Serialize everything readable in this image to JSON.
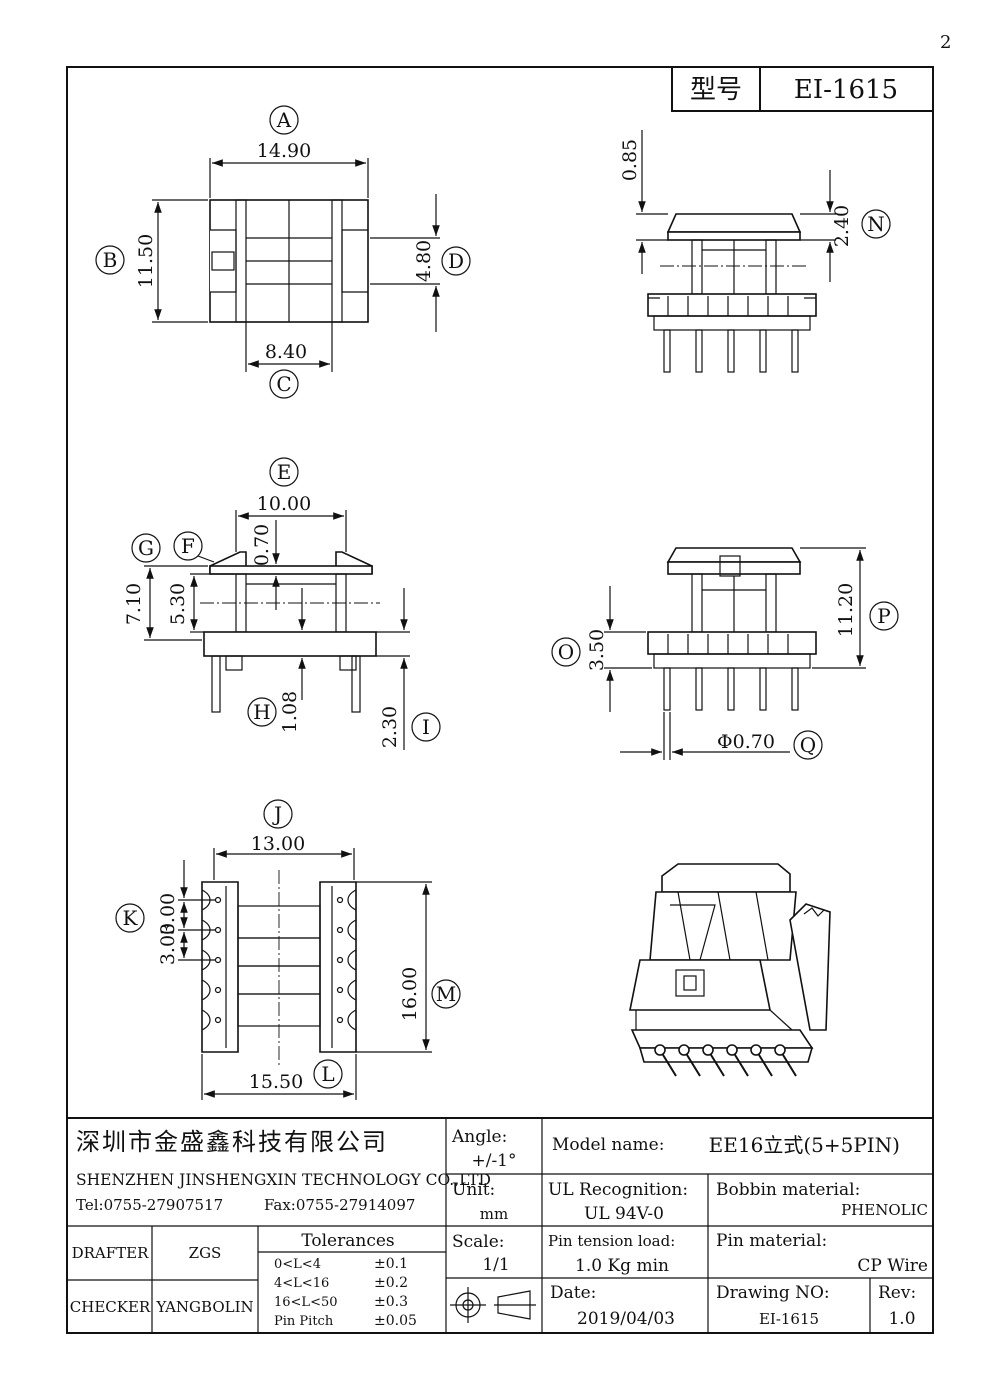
{
  "corner_mark": "2",
  "header": {
    "model_label": "型号",
    "model_value": "EI-1615"
  },
  "dims": {
    "A": "A",
    "A_val": "14.90",
    "B": "B",
    "B_val": "11.50",
    "C": "C",
    "C_val": "8.40",
    "D": "D",
    "D_val": "4.80",
    "N": "N",
    "N_val": "2.40",
    "top085": "0.85",
    "E": "E",
    "E_val": "10.00",
    "F": "F",
    "F_val": "0.70",
    "G": "G",
    "G_val": "7.10",
    "G2_val": "5.30",
    "H": "H",
    "H_val": "1.08",
    "I": "I",
    "I_val": "2.30",
    "O": "O",
    "O_val": "3.50",
    "P": "P",
    "P_val": "11.20",
    "Q": "Q",
    "Q_val": "Φ0.70",
    "J": "J",
    "J_val": "13.00",
    "K": "K",
    "K_val1": "3.00",
    "K_val2": "3.00",
    "M": "M",
    "M_val": "16.00",
    "L": "L",
    "L_val": "15.50"
  },
  "title_block": {
    "company_cn": "深圳市金盛鑫科技有限公司",
    "company_en": "SHENZHEN JINSHENGXIN TECHNOLOGY CO.,LTD",
    "tel": "Tel:0755-27907517",
    "fax": "Fax:0755-27914097",
    "angle_label": "Angle:",
    "angle_value": "+/-1°",
    "unit_label": "Unit:",
    "unit_value": "mm",
    "scale_label": "Scale:",
    "scale_value": "1/1",
    "model_name_label": "Model name:",
    "model_name_value": "EE16立式(5+5PIN)",
    "ul_label": "UL Recognition:",
    "ul_value": "UL 94V-0",
    "bobbin_label": "Bobbin material:",
    "bobbin_value": "PHENOLIC",
    "pin_tension_label": "Pin tension load:",
    "pin_tension_value": "1.0 Kg min",
    "pin_material_label": "Pin material:",
    "pin_material_value": "CP Wire",
    "date_label": "Date:",
    "date_value": "2019/04/03",
    "drawing_no_label": "Drawing NO:",
    "drawing_no_value": "EI-1615",
    "rev_label": "Rev:",
    "rev_value": "1.0",
    "drafter_label": "DRAFTER",
    "drafter_value": "ZGS",
    "checker_label": "CHECKER",
    "checker_value": "YANGBOLIN",
    "tolerances_title": "Tolerances",
    "tolerances": [
      {
        "range": "0<L<4",
        "tol": "±0.1"
      },
      {
        "range": "4<L<16",
        "tol": "±0.2"
      },
      {
        "range": "16<L<50",
        "tol": "±0.3"
      },
      {
        "range": "Pin Pitch",
        "tol": "±0.05"
      }
    ]
  }
}
